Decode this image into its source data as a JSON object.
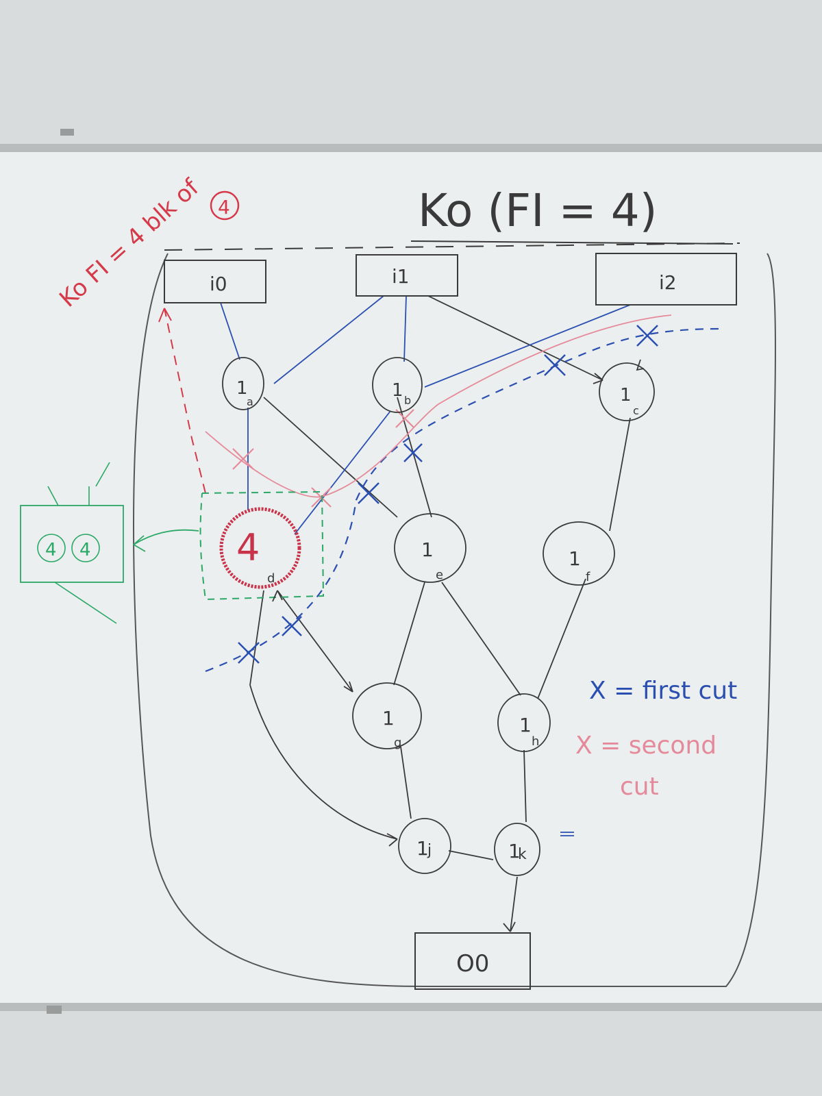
{
  "title": "Ko (FI = 4)",
  "annotation_red": "Ko FI = 4 blk of",
  "annotation_red_circled": "4",
  "inputs": [
    "i0",
    "i1",
    "i2"
  ],
  "output": "O0",
  "nodes": [
    {
      "id": "a",
      "weight": "1",
      "label": "a"
    },
    {
      "id": "b",
      "weight": "1",
      "label": "b"
    },
    {
      "id": "c",
      "weight": "1",
      "label": "c"
    },
    {
      "id": "d",
      "weight": "4",
      "label": "d"
    },
    {
      "id": "e",
      "weight": "1",
      "label": "e"
    },
    {
      "id": "f",
      "weight": "1",
      "label": "f"
    },
    {
      "id": "g",
      "weight": "1",
      "label": "g"
    },
    {
      "id": "h",
      "weight": "1",
      "label": "h"
    },
    {
      "id": "j",
      "weight": "1",
      "label": "j"
    },
    {
      "id": "k",
      "weight": "1",
      "label": "k"
    }
  ],
  "side_block": [
    "4",
    "4"
  ],
  "legend": {
    "first_cut": "X = first cut",
    "second_cut_line1": "X = second",
    "second_cut_line2": "cut"
  },
  "colors": {
    "wall": "#d9dcdc",
    "board": "#ecefef",
    "marker_black": "#3a3a3a",
    "marker_blue": "#2a4fb0",
    "marker_red": "#d43a4a",
    "marker_pink": "#e58a9a",
    "marker_green": "#2aa866"
  }
}
